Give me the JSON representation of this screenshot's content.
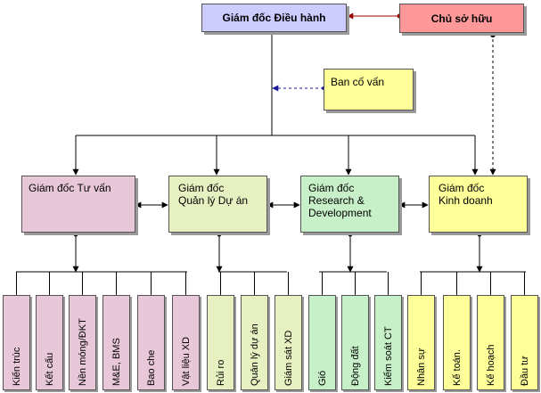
{
  "colors": {
    "top": "#ccccff",
    "owner": "#ff9999",
    "advisory": "#ffff99",
    "pink": "#e8c8d8",
    "yellowgreen": "#e6f0c0",
    "green": "#c8f0c8",
    "yellow": "#ffff99"
  },
  "top": {
    "label": "Giám đốc Điều hành"
  },
  "owner": {
    "label": "Chủ sở hữu"
  },
  "advisory": {
    "label": "Ban cố vấn"
  },
  "directors": [
    {
      "line1": "Giám đốc Tư vấn",
      "line2": "",
      "line3": ""
    },
    {
      "line1": "Giám đốc",
      "line2": "Quản lý Dự án",
      "line3": ""
    },
    {
      "line1": "Giám đốc",
      "line2": "Research &",
      "line3": "Development"
    },
    {
      "line1": "Giám đốc",
      "line2": "Kinh doanh",
      "line3": ""
    }
  ],
  "units": [
    {
      "label": "Kiến trúc",
      "color": "pink"
    },
    {
      "label": "Kết cấu",
      "color": "pink"
    },
    {
      "label": "Nền móng/ĐKT",
      "color": "pink"
    },
    {
      "label": "M&E, BMS",
      "color": "pink"
    },
    {
      "label": "Bao che",
      "color": "pink"
    },
    {
      "label": "Vật liệu XD",
      "color": "pink"
    },
    {
      "label": "Rủi ro",
      "color": "yellowgreen"
    },
    {
      "label": "Quản lý dự án",
      "color": "yellowgreen"
    },
    {
      "label": "Giám sát XD",
      "color": "yellowgreen"
    },
    {
      "label": "Gió",
      "color": "green"
    },
    {
      "label": "Động đất",
      "color": "green"
    },
    {
      "label": "Kiểm soát CT",
      "color": "green"
    },
    {
      "label": "Nhân sự",
      "color": "yellow"
    },
    {
      "label": "Kế toán.",
      "color": "yellow"
    },
    {
      "label": "Kế hoạch",
      "color": "yellow"
    },
    {
      "label": "Đầu tư",
      "color": "yellow"
    }
  ]
}
